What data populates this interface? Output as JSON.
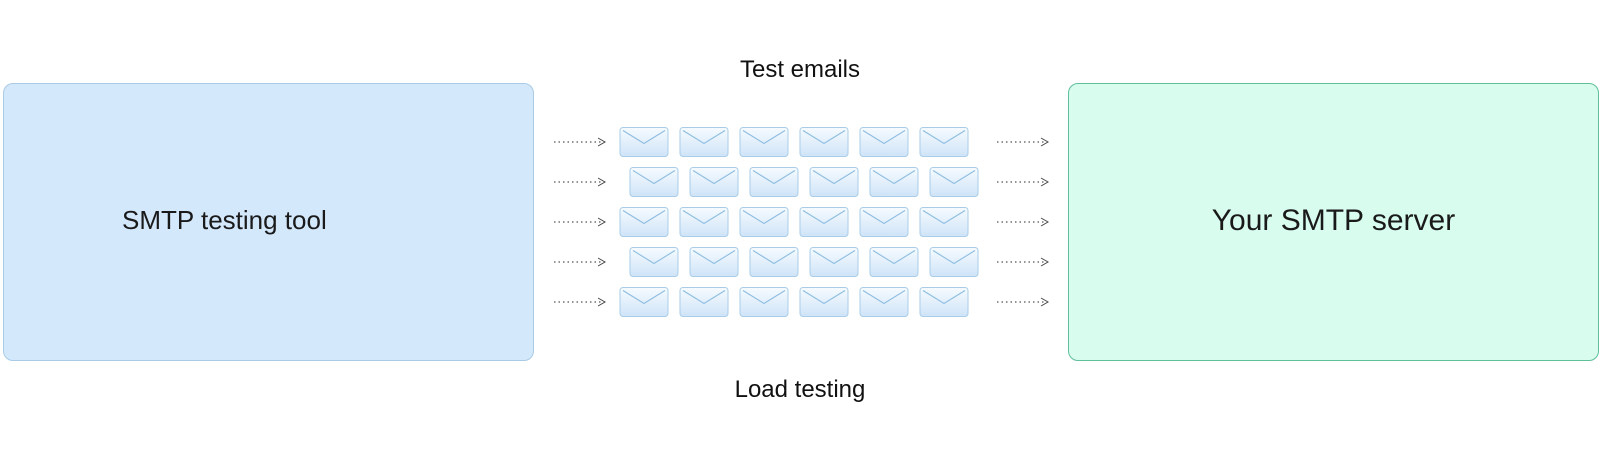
{
  "source": {
    "label": "SMTP testing tool",
    "color": "#d4e8fc"
  },
  "target": {
    "label": "Your SMTP server",
    "color": "#d8fcee"
  },
  "captions": {
    "top": "Test emails",
    "bottom": "Load testing"
  },
  "flow": {
    "rows": 5,
    "envelopes_per_row": 6,
    "envelope_icon": "envelope-icon",
    "arrow_icon": "dotted-arrow-icon"
  }
}
